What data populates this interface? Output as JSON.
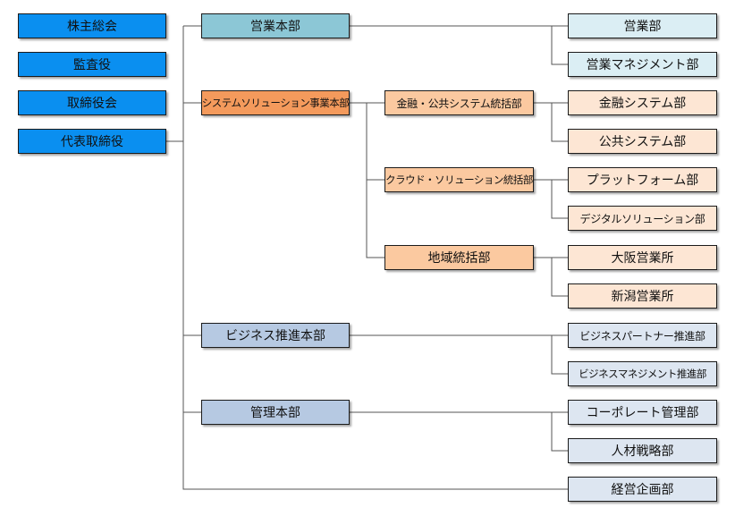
{
  "colors": {
    "governance": "#0a8ff0",
    "sales_hq": "#8cc7d6",
    "sales_dept": "#dbeef4",
    "solution_hq": "#f49a5c",
    "solution_group": "#fbc9a0",
    "solution_dept": "#fde6d4",
    "admin_hq": "#b6c9e2",
    "admin_dept": "#dde6f1",
    "line": "#555555"
  },
  "governance": {
    "shareholders": "株主総会",
    "auditor": "監査役",
    "board": "取締役会",
    "ceo": "代表取締役"
  },
  "sales": {
    "hq": "営業本部",
    "dept_sales": "営業部",
    "dept_sales_mgmt": "営業マネジメント部"
  },
  "solution": {
    "hq": "システムソリューション事業本部",
    "finance_group": "金融・公共システム統括部",
    "dept_finance": "金融システム部",
    "dept_public": "公共システム部",
    "cloud_group": "クラウド・ソリューション統括部",
    "dept_platform": "プラットフォーム部",
    "dept_digital": "デジタルソリューション部",
    "regional_group": "地域統括部",
    "office_osaka": "大阪営業所",
    "office_niigata": "新潟営業所"
  },
  "business": {
    "hq": "ビジネス推進本部",
    "dept_partner": "ビジネスパートナー推進部",
    "dept_mgmt": "ビジネスマネジメント推進部"
  },
  "admin": {
    "hq": "管理本部",
    "dept_corporate": "コーポレート管理部",
    "dept_hr": "人材戦略部"
  },
  "planning": {
    "dept": "経営企画部"
  }
}
